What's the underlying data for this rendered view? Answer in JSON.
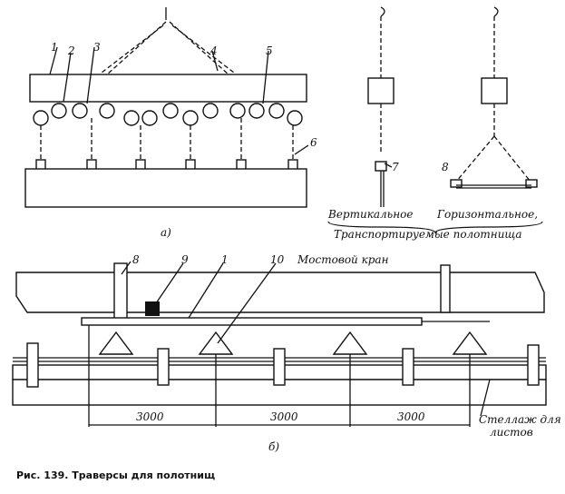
{
  "view_a": {
    "labels": [
      "1",
      "2",
      "3",
      "4",
      "5",
      "6",
      "7",
      "8"
    ],
    "caption": "а)"
  },
  "sheet_text": {
    "vertical": "Вертикальное",
    "horizontal": "Горизонтальное,",
    "transported": "Транспортируемые полотнища"
  },
  "view_b": {
    "labels": [
      "8",
      "9",
      "1",
      "10"
    ],
    "crane": "Мостовой кран",
    "rack": [
      "Стеллаж для",
      "листов"
    ],
    "dimensions": [
      "3000",
      "3000",
      "3000"
    ],
    "caption": "б)"
  },
  "figure_caption": "Рис. 139. Траверсы для полотнищ"
}
